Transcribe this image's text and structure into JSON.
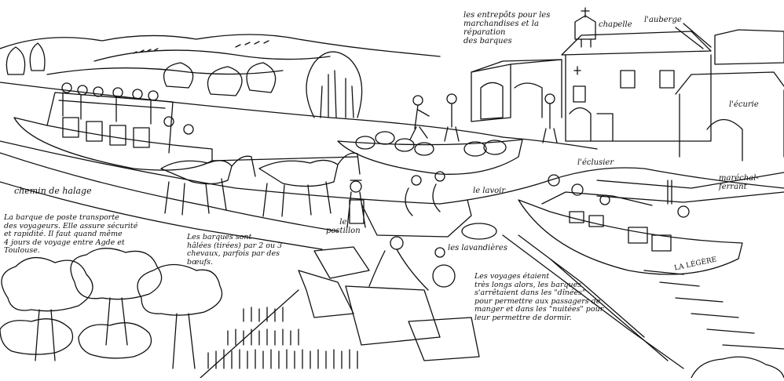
{
  "colors": {
    "ink": "#111111",
    "paper": "#ffffff"
  },
  "labels": {
    "entrepots": "les entrepôts pour les\nmarchandises et la\nréparation\ndes barques",
    "chapelle": "chapelle",
    "auberge": "l'auberge",
    "ecurie": "l'écurie",
    "eclusier": "l'éclusier",
    "marechal": "maréchal-ferrant",
    "lavoir": "le lavoir",
    "postillon": "le\npostillon",
    "lavandieres": "les lavandières",
    "chemin": "chemin de halage",
    "boat_name": "LA LÉGÈRE"
  },
  "notes": {
    "barque": "La barque de poste transporte\ndes voyageurs. Elle assure sécurité\net rapidité. Il faut quand même\n4 jours de voyage entre Agde et\nToulouse.",
    "halage": "Les barques sont\nhâlées (tirées) par 2 ou 3\nchevaux, parfois par des\nbœufs.",
    "voyages": "Les voyages étaient\ntrès longs alors, les barques\ns'arrêtaient dans les \"dînées\"\npour permettre aux passagers de\nmanger et dans les \"nuitées\" pour\nleur permettre de dormir."
  }
}
